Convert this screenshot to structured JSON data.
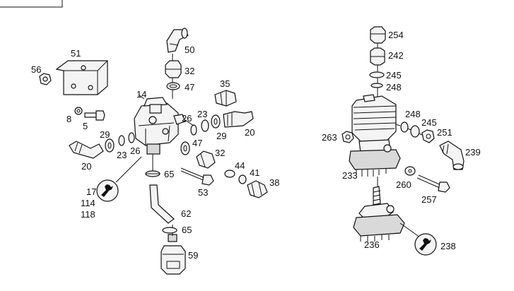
{
  "diagram": {
    "labels": {
      "l56": "56",
      "l51": "51",
      "l8": "8",
      "l5": "5",
      "l29a": "29",
      "l23a": "23",
      "l26a": "26",
      "l20a": "20",
      "l17": "17",
      "l114": "114",
      "l118": "118",
      "l14": "14",
      "l50": "50",
      "l32a": "32",
      "l47a": "47",
      "l35": "35",
      "l26b": "26",
      "l23b": "23",
      "l29b": "29",
      "l20b": "20",
      "l47b": "47",
      "l32b": "32",
      "l65a": "65",
      "l53": "53",
      "l44": "44",
      "l41": "41",
      "l38": "38",
      "l62": "62",
      "l65b": "65",
      "l59": "59",
      "l254": "254",
      "l242": "242",
      "l245a": "245",
      "l248a": "248",
      "l263": "263",
      "l248b": "248",
      "l245b": "245",
      "l251": "251",
      "l239": "239",
      "l233": "233",
      "l260": "260",
      "l257": "257",
      "l236": "236",
      "l238": "238"
    }
  }
}
